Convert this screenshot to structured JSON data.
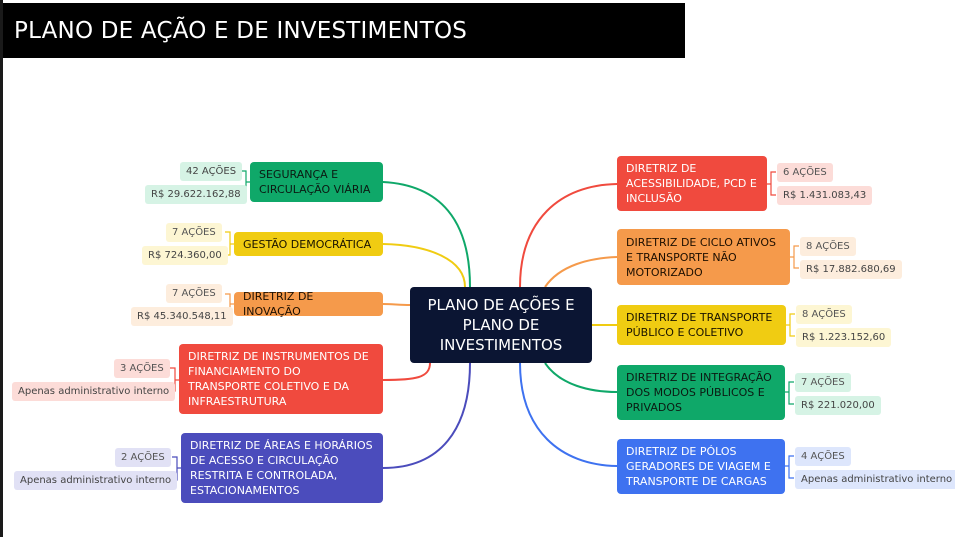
{
  "header": {
    "title": "PLANO DE AÇÃO E DE INVESTIMENTOS"
  },
  "center": {
    "label": "PLANO DE AÇÕES E PLANO DE INVESTIMENTOS"
  },
  "colors": {
    "green": "#0fa869",
    "yellow": "#f0cc12",
    "orange": "#f59a4b",
    "red": "#f04a3e",
    "indigo": "#4b4cbc",
    "blue": "#3e72f0",
    "navy": "#0b1533"
  },
  "left": [
    {
      "label": "SEGURANÇA E CIRCULAÇÃO VIÁRIA",
      "actions": "42 AÇÕES",
      "amount": "R$ 29.622.162,88"
    },
    {
      "label": "GESTÃO DEMOCRÁTICA",
      "actions": "7  AÇÕES",
      "amount": "R$ 724.360,00"
    },
    {
      "label": "DIRETRIZ DE INOVAÇÃO",
      "actions": "7  AÇÕES",
      "amount": "R$ 45.340.548,11"
    },
    {
      "label": "DIRETRIZ DE INSTRUMENTOS DE FINANCIAMENTO DO TRANSPORTE COLETIVO E DA INFRAESTRUTURA",
      "actions": "3 AÇÕES",
      "amount": "Apenas administrativo interno"
    },
    {
      "label": "DIRETRIZ DE ÁREAS E HORÁRIOS DE ACESSO E CIRCULAÇÃO RESTRITA E CONTROLADA, ESTACIONAMENTOS",
      "actions": "2 AÇÕES",
      "amount": "Apenas administrativo interno"
    }
  ],
  "right": [
    {
      "label": "DIRETRIZ DE ACESSIBILIDADE, PCD E INCLUSÃO",
      "actions": "6 AÇÕES",
      "amount": "R$ 1.431.083,43"
    },
    {
      "label": "DIRETRIZ DE CICLO ATIVOS E TRANSPORTE NÃO MOTORIZADO",
      "actions": "8 AÇÕES",
      "amount": "R$ 17.882.680,69"
    },
    {
      "label": "DIRETRIZ DE TRANSPORTE PÚBLICO E COLETIVO",
      "actions": "8 AÇÕES",
      "amount": "R$ 1.223.152,60"
    },
    {
      "label": "DIRETRIZ DE INTEGRAÇÃO DOS MODOS PÚBLICOS E PRIVADOS",
      "actions": "7 AÇÕES",
      "amount": "R$ 221.020,00"
    },
    {
      "label": "DIRETRIZ DE PÓLOS GERADORES DE VIAGEM E TRANSPORTE DE CARGAS",
      "actions": "4 AÇÕES",
      "amount": "Apenas administrativo interno"
    }
  ]
}
